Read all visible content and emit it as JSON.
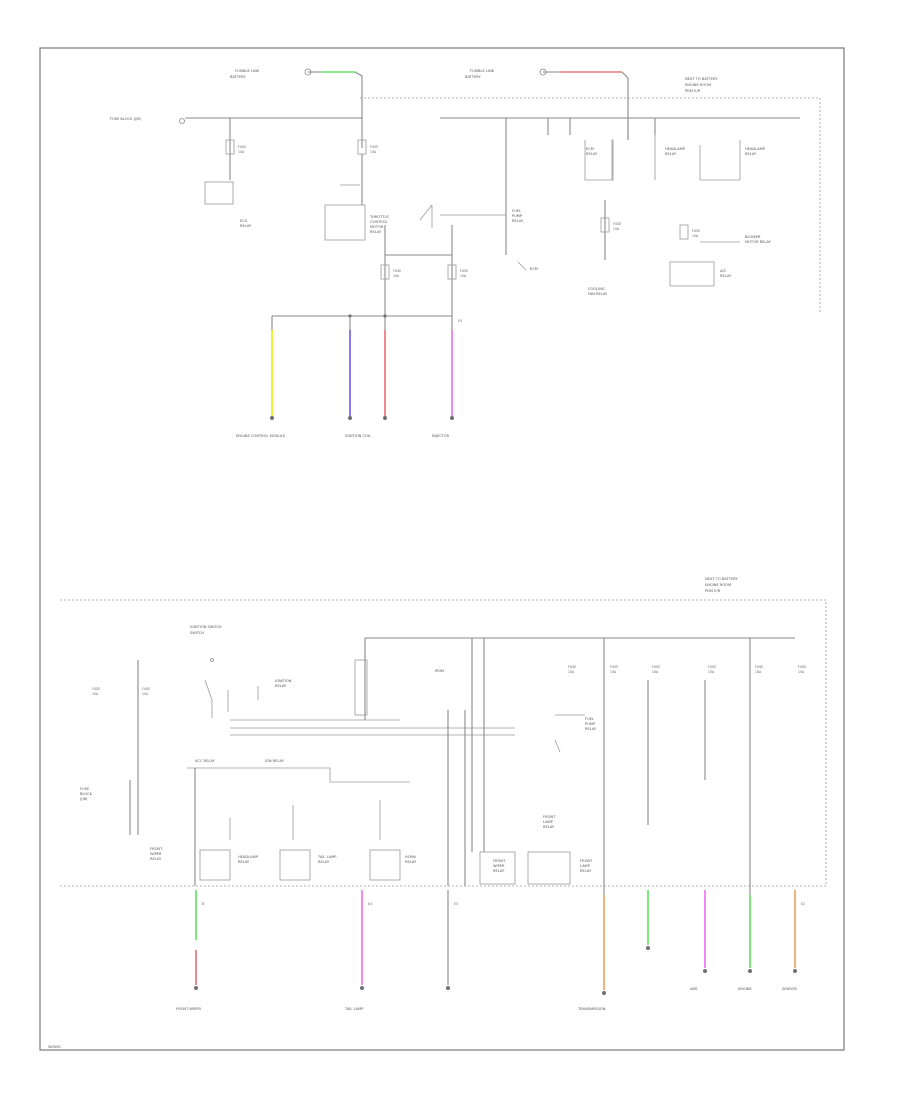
{
  "diagram": {
    "footer_code": "W0000",
    "colors": {
      "wire": "#8a8a8a",
      "yellow": "#f2ee3a",
      "blue": "#8a7cf0",
      "red": "#f08a8a",
      "magenta": "#f08af0",
      "green": "#7ee87e",
      "orange": "#f5b27a"
    },
    "top": {
      "ipdm_note": "IPDM E/R",
      "battery_1": "FUSIBLE LINK",
      "battery_2": "FUSIBLE LINK",
      "ground_label": "FUSE BLOCK (J/B)",
      "relays": [
        "ECM RELAY",
        "THROTTLE CONTROL MOTOR RELAY",
        "FUEL PUMP RELAY",
        "COOLING FAN RELAY"
      ],
      "fuse_blocks": [
        "FUSE 10A",
        "FUSE 15A",
        "FUSE 20A",
        "FUSE 10A"
      ],
      "loads": [
        "ENGINE CONTROL MODULE",
        "IGNITION COIL",
        "INJECTOR"
      ]
    },
    "bottom": {
      "ipdm_note": "IPDM E/R",
      "ignition_label": "IGNITION SWITCH",
      "relays": [
        "IGN RELAY",
        "ACC RELAY",
        "HEADLAMP RELAY",
        "TAIL RELAY"
      ],
      "fuses": [
        "FUSE",
        "FUSE",
        "FUSE",
        "FUSE",
        "FUSE",
        "FUSE"
      ],
      "loads": [
        "FRONT WIPER",
        "TAIL LAMP",
        "TRANSMISSION",
        "ABS",
        "ENGINE",
        "SENSOR"
      ]
    }
  }
}
